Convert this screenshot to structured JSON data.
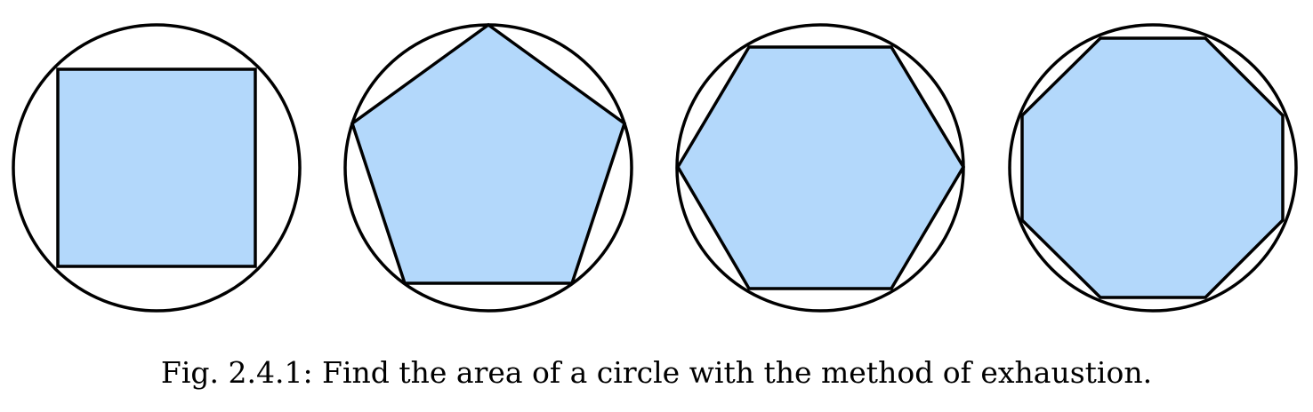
{
  "figure": {
    "caption": "Fig. 2.4.1: Find the area of a circle with the method of exhaustion.",
    "panels": [
      {
        "shape": "square",
        "sides": 4
      },
      {
        "shape": "pentagon",
        "sides": 5
      },
      {
        "shape": "hexagon",
        "sides": 6
      },
      {
        "shape": "octagon",
        "sides": 8
      }
    ]
  },
  "colors": {
    "polygon_fill": "#b3d8fb",
    "stroke": "#000000",
    "background": "#ffffff"
  }
}
